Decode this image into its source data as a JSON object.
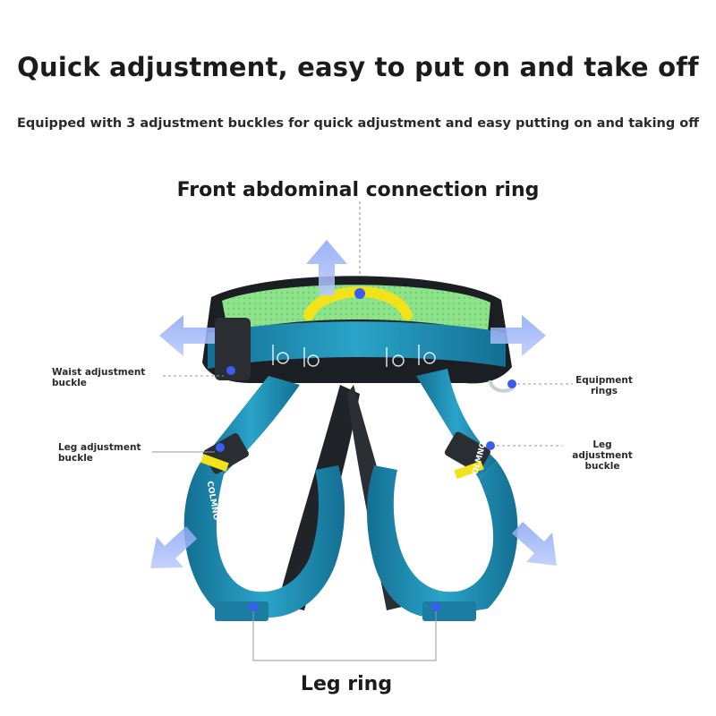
{
  "header": {
    "title": "Quick adjustment, easy to put on and take off",
    "subtitle": "Equipped with 3 adjustment buckles for quick adjustment and easy putting on and taking off"
  },
  "labels": {
    "front_ring": "Front abdominal connection ring",
    "waist_buckle_line1": "Waist adjustment",
    "waist_buckle_line2": "buckle",
    "equipment_rings_line1": "Equipment",
    "equipment_rings_line2": "rings",
    "leg_buckle_left_line1": "Leg adjustment",
    "leg_buckle_left_line2": "buckle",
    "leg_buckle_right_line1": "Leg adjustment",
    "leg_buckle_right_line2": "buckle",
    "leg_ring": "Leg ring"
  },
  "brand": {
    "strap_text": "COLMNO"
  },
  "colors": {
    "strap_blue": "#1c8fb5",
    "mesh_green": "#8ee38a",
    "buckle_yellow": "#f2e21a",
    "arrow_blue": "#7f9cf2",
    "marker_blue": "#3a5cf0",
    "pad_black": "#1b1f24"
  }
}
